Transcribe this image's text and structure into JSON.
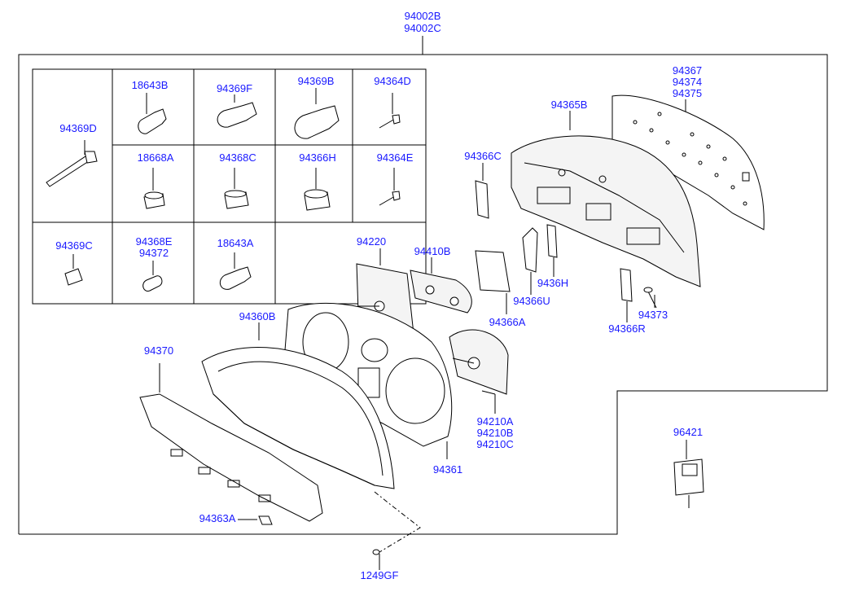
{
  "labels": {
    "assembly_top": "94002B",
    "assembly_bottom": "94002C",
    "bulb_18643B": "18643B",
    "bulb_94369F": "94369F",
    "bulb_94369B": "94369B",
    "screw_94364D": "94364D",
    "pin_94369D": "94369D",
    "socket_18668A": "18668A",
    "socket_94368C": "94368C",
    "socket_94366H": "94366H",
    "screw_94364E": "94364E",
    "bulb_94369C": "94369C",
    "bulb_94368E": "94368E",
    "bulb_94372": "94372",
    "bulb_18643A": "18643A",
    "plate_94367": "94367",
    "plate_94374": "94374",
    "plate_94375": "94375",
    "case_94365B": "94365B",
    "clip_94366C": "94366C",
    "gauge_94220": "94220",
    "gauge_94410B": "94410B",
    "clip_9436H": "9436H",
    "clip_94366U": "94366U",
    "clip_94366A": "94366A",
    "screw_94373": "94373",
    "clip_94366R": "94366R",
    "bezel_94360B": "94360B",
    "lens_94370": "94370",
    "mask_94361": "94361",
    "speedo_94210A": "94210A",
    "speedo_94210B": "94210B",
    "speedo_94210C": "94210C",
    "pad_94363A": "94363A",
    "sensor_96421": "96421",
    "screw_1249GF": "1249GF"
  }
}
